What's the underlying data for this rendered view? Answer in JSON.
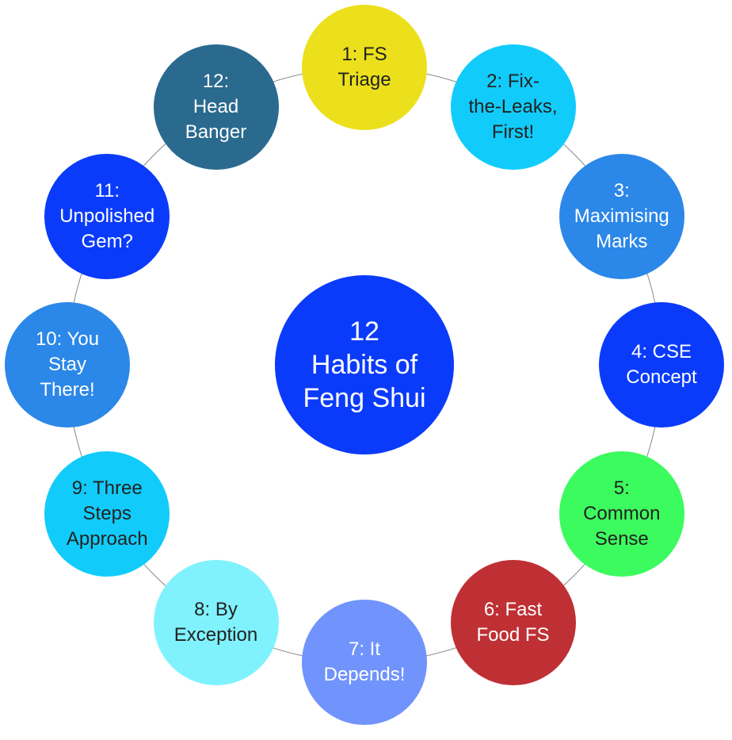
{
  "center": {
    "lines": [
      "12",
      "Habits of",
      "Feng Shui"
    ],
    "color": "#0b3bfa",
    "text_color": "#ffffff"
  },
  "habits": [
    {
      "lines": [
        "1: FS",
        "Triage"
      ],
      "color": "#ece01c",
      "text_color": "#222222"
    },
    {
      "lines": [
        "2: Fix-",
        "the-Leaks,",
        "First!"
      ],
      "color": "#11ccfa",
      "text_color": "#222222"
    },
    {
      "lines": [
        "3:",
        "Maximising",
        "Marks"
      ],
      "color": "#2b87e8",
      "text_color": "#ffffff"
    },
    {
      "lines": [
        "4: CSE",
        "Concept"
      ],
      "color": "#0b3bfa",
      "text_color": "#ffffff"
    },
    {
      "lines": [
        "5:",
        "Common",
        "Sense"
      ],
      "color": "#3cfb5e",
      "text_color": "#222222"
    },
    {
      "lines": [
        "6: Fast",
        "Food FS"
      ],
      "color": "#bf3034",
      "text_color": "#ffffff"
    },
    {
      "lines": [
        "7: It",
        "Depends!"
      ],
      "color": "#7093fc",
      "text_color": "#ffffff"
    },
    {
      "lines": [
        "8: By",
        "Exception"
      ],
      "color": "#80f2fd",
      "text_color": "#222222"
    },
    {
      "lines": [
        "9: Three",
        "Steps",
        "Approach"
      ],
      "color": "#11ccfa",
      "text_color": "#222222"
    },
    {
      "lines": [
        "10: You",
        "Stay",
        "There!"
      ],
      "color": "#2b87e8",
      "text_color": "#ffffff"
    },
    {
      "lines": [
        "11:",
        "Unpolished",
        "Gem?"
      ],
      "color": "#0b3bfa",
      "text_color": "#ffffff"
    },
    {
      "lines": [
        "12:",
        "Head",
        "Banger"
      ],
      "color": "#2a6a8e",
      "text_color": "#ffffff"
    }
  ]
}
